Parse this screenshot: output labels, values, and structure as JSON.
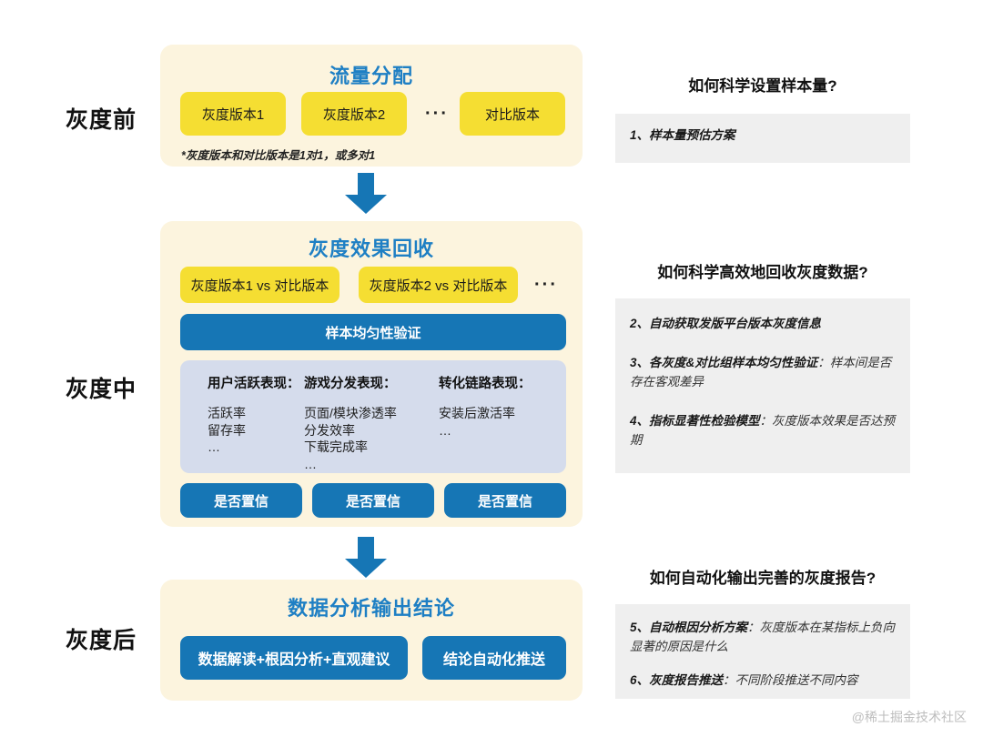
{
  "stages": [
    {
      "label": "灰度前"
    },
    {
      "label": "灰度中"
    },
    {
      "label": "灰度后"
    }
  ],
  "section_before": {
    "title": "流量分配",
    "chips": [
      {
        "label": "灰度版本1"
      },
      {
        "label": "灰度版本2"
      },
      {
        "label": "···"
      },
      {
        "label": "对比版本"
      }
    ],
    "footnote": "*灰度版本和对比版本是1对1，或多对1"
  },
  "section_during": {
    "title": "灰度效果回收",
    "compare_chips": [
      {
        "label": "灰度版本1 vs 对比版本"
      },
      {
        "label": "灰度版本2 vs 对比版本"
      },
      {
        "label": "···"
      }
    ],
    "validation_bar": "样本均匀性验证",
    "metrics": [
      {
        "head": "用户活跃表现：",
        "items": [
          "活跃率",
          "留存率",
          "…"
        ]
      },
      {
        "head": "游戏分发表现：",
        "items": [
          "页面/模块渗透率",
          "分发效率",
          "下载完成率",
          "…"
        ]
      },
      {
        "head": "转化链路表现：",
        "items": [
          "安装后激活率",
          "…"
        ]
      }
    ],
    "confidence_buttons": [
      {
        "label": "是否置信"
      },
      {
        "label": "是否置信"
      },
      {
        "label": "是否置信"
      }
    ]
  },
  "section_after": {
    "title": "数据分析输出结论",
    "buttons": [
      {
        "label": "数据解读+根因分析+直观建议"
      },
      {
        "label": "结论自动化推送"
      }
    ]
  },
  "questions": [
    {
      "title": "如何科学设置样本量?",
      "items": [
        {
          "num": "1、",
          "lead": "样本量预估方案",
          "desc": ""
        }
      ]
    },
    {
      "title": "如何科学高效地回收灰度数据?",
      "items": [
        {
          "num": "2、",
          "lead": "自动获取发版平台版本灰度信息",
          "desc": ""
        },
        {
          "num": "3、",
          "lead": "各灰度&对比组样本均匀性验证",
          "desc": "：样本间是否存在客观差异"
        },
        {
          "num": "4、",
          "lead": "指标显著性检验模型",
          "desc": "：灰度版本效果是否达预期"
        }
      ]
    },
    {
      "title": "如何自动化输出完善的灰度报告?",
      "items": [
        {
          "num": "5、",
          "lead": "自动根因分析方案",
          "desc": "：灰度版本在某指标上负向显著的原因是什么"
        },
        {
          "num": "6、",
          "lead": "灰度报告推送",
          "desc": "：不同阶段推送不同内容"
        }
      ]
    }
  ],
  "watermark": "@稀土掘金技术社区",
  "colors": {
    "yellow_chip": "#F5DE32",
    "yellow_panel": "#FCF4DE",
    "blue": "#1676B5",
    "metrics_panel": "#D5DCEC",
    "q_panel": "#EFEFEF",
    "title_blue": "#1E7FC4"
  }
}
